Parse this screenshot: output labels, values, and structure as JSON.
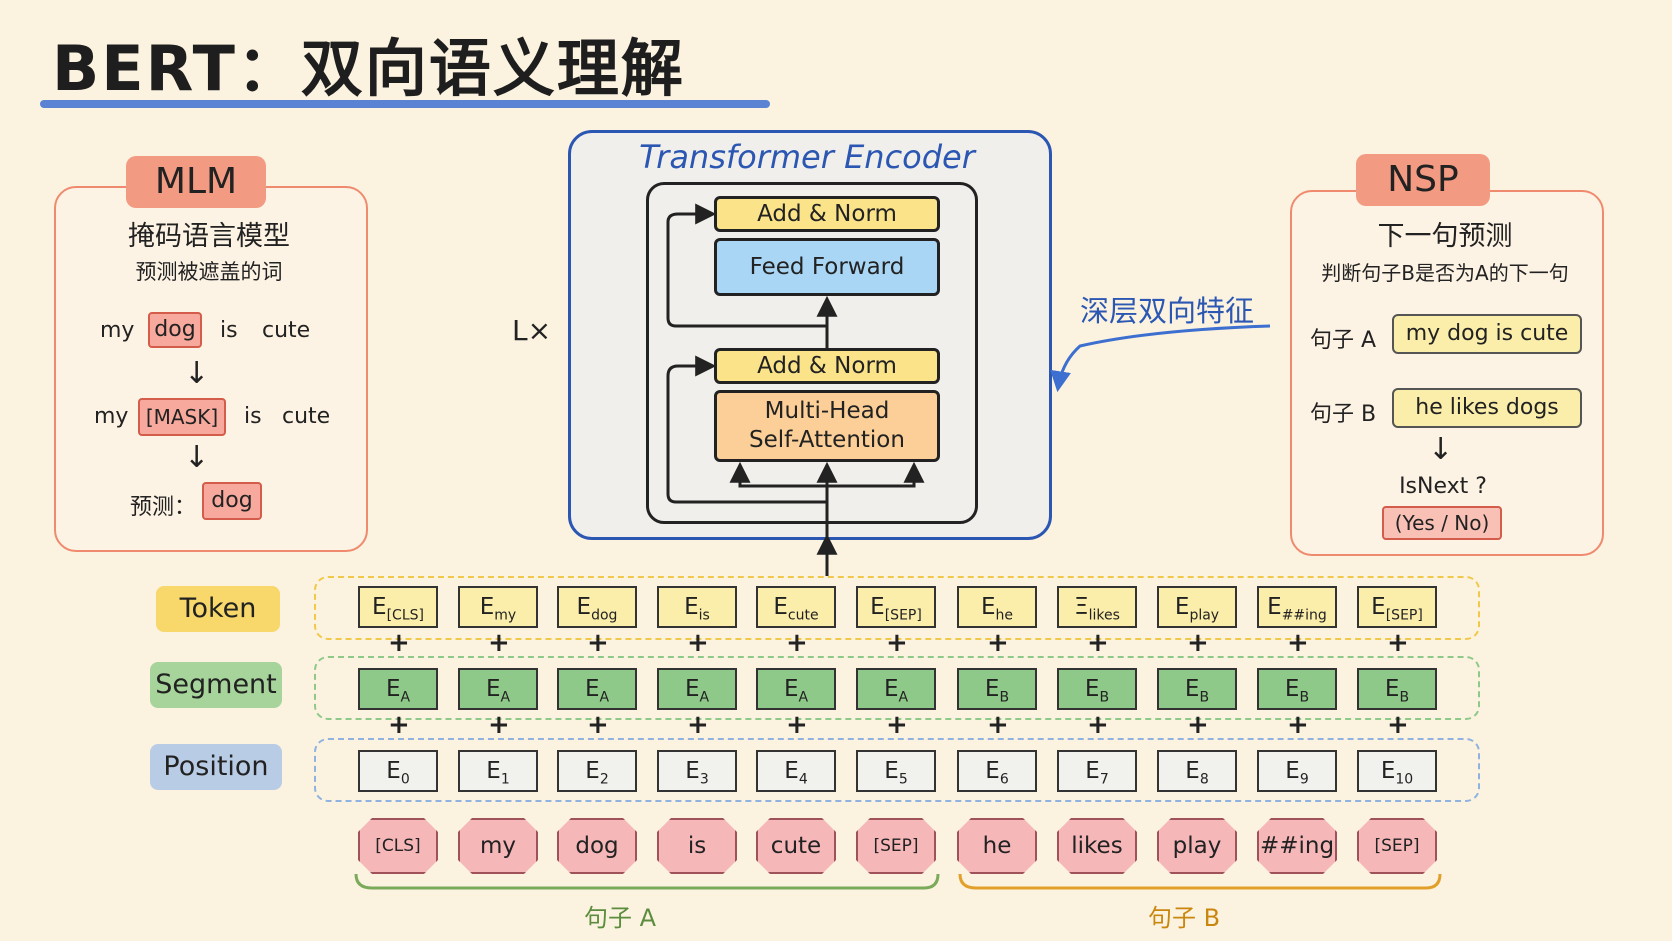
{
  "title": "BERT：双向语义理解",
  "mlm": {
    "tag": "MLM",
    "heading": "掩码语言模型",
    "subheading": "预测被遮盖的词",
    "row1": [
      "my",
      "dog",
      "is",
      "cute"
    ],
    "row2": [
      "my",
      "[MASK]",
      "is",
      "cute"
    ],
    "predict_label": "预测：",
    "predict_value": "dog"
  },
  "nsp": {
    "tag": "NSP",
    "heading": "下一句预测",
    "subheading": "判断句子B是否为A的下一句",
    "label_a": "句子 A",
    "sentence_a": "my  dog  is  cute",
    "label_b": "句子 B",
    "sentence_b": "he  likes  dogs",
    "question": "IsNext ?",
    "answer": "(Yes / No)"
  },
  "encoder": {
    "title": "Transformer  Encoder",
    "repeat": "L×",
    "add_norm_top": "Add & Norm",
    "feed_forward": "Feed Forward",
    "add_norm_bottom": "Add & Norm",
    "mha_line1": "Multi-Head",
    "mha_line2": "Self-Attention",
    "side_label": "深层双向特征"
  },
  "rows": {
    "token_label": "Token",
    "segment_label": "Segment",
    "position_label": "Position"
  },
  "token_embeddings": [
    {
      "base": "E",
      "sub": "[CLS]"
    },
    {
      "base": "E",
      "sub": "my"
    },
    {
      "base": "E",
      "sub": "dog"
    },
    {
      "base": "E",
      "sub": "is"
    },
    {
      "base": "E",
      "sub": "cute"
    },
    {
      "base": "E",
      "sub": "[SEP]"
    },
    {
      "base": "E",
      "sub": "he"
    },
    {
      "base": "Ξ",
      "sub": "likes"
    },
    {
      "base": "E",
      "sub": "play"
    },
    {
      "base": "E",
      "sub": "##ing"
    },
    {
      "base": "E",
      "sub": "[SEP]"
    }
  ],
  "segment_embeddings": [
    {
      "base": "E",
      "sub": "A"
    },
    {
      "base": "E",
      "sub": "A"
    },
    {
      "base": "E",
      "sub": "A"
    },
    {
      "base": "E",
      "sub": "A"
    },
    {
      "base": "E",
      "sub": "A"
    },
    {
      "base": "E",
      "sub": "A"
    },
    {
      "base": "E",
      "sub": "B"
    },
    {
      "base": "E",
      "sub": "B"
    },
    {
      "base": "E",
      "sub": "B"
    },
    {
      "base": "E",
      "sub": "B"
    },
    {
      "base": "E",
      "sub": "B"
    }
  ],
  "position_embeddings": [
    {
      "base": "E",
      "sub": "0"
    },
    {
      "base": "E",
      "sub": "1"
    },
    {
      "base": "E",
      "sub": "2"
    },
    {
      "base": "E",
      "sub": "3"
    },
    {
      "base": "E",
      "sub": "4"
    },
    {
      "base": "E",
      "sub": "5"
    },
    {
      "base": "E",
      "sub": "6"
    },
    {
      "base": "E",
      "sub": "7"
    },
    {
      "base": "E",
      "sub": "8"
    },
    {
      "base": "E",
      "sub": "9"
    },
    {
      "base": "E",
      "sub": "10"
    }
  ],
  "plus_sign": "+",
  "tokens": [
    "[CLS]",
    "my",
    "dog",
    "is",
    "cute",
    "[SEP]",
    "he",
    "likes",
    "play",
    "##ing",
    "[SEP]"
  ],
  "sentence_a_label": "句子 A",
  "sentence_b_label": "句子 B",
  "colors": {
    "token_row": "#f0c94a",
    "segment_row": "#8fc98a",
    "position_row": "#8fb2e0",
    "encoder_border": "#2b57b3",
    "panel_border": "#ef8a6e"
  }
}
